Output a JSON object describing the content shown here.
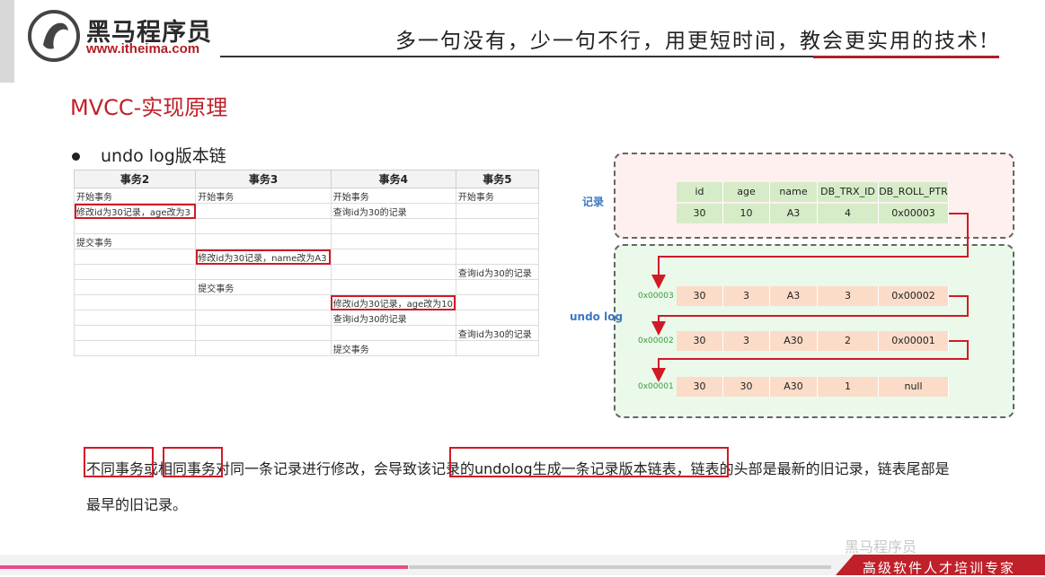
{
  "header": {
    "brand": "黑马程序员",
    "url": "www.itheima.com",
    "slogan": "多一句没有，少一句不行，用更短时间，教会更实用的技术!"
  },
  "slide": {
    "title": "MVCC-实现原理",
    "subtitle": "undo log版本链"
  },
  "tx_table": {
    "headers": [
      "事务2",
      "事务3",
      "事务4",
      "事务5"
    ],
    "rows": [
      [
        "开始事务",
        "开始事务",
        "开始事务",
        "开始事务"
      ],
      [
        "修改id为30记录，age改为3",
        "",
        "查询id为30的记录",
        ""
      ],
      [
        "",
        "",
        "",
        ""
      ],
      [
        "提交事务",
        "",
        "",
        ""
      ],
      [
        "",
        "修改id为30记录，name改为A3",
        "",
        ""
      ],
      [
        "",
        "",
        "",
        "查询id为30的记录"
      ],
      [
        "",
        "提交事务",
        "",
        ""
      ],
      [
        "",
        "",
        "修改id为30记录，age改为10",
        ""
      ],
      [
        "",
        "",
        "查询id为30的记录",
        ""
      ],
      [
        "",
        "",
        "",
        "查询id为30的记录"
      ],
      [
        "",
        "",
        "提交事务",
        ""
      ]
    ]
  },
  "diagram": {
    "record_label": "记录",
    "undo_label": "undo log",
    "columns": [
      "id",
      "age",
      "name",
      "DB_TRX_ID",
      "DB_ROLL_PTR"
    ],
    "record_row": [
      "30",
      "10",
      "A3",
      "4",
      "0x00003"
    ],
    "undo_rows": [
      {
        "addr": "0x00003",
        "values": [
          "30",
          "3",
          "A3",
          "3",
          "0x00002"
        ]
      },
      {
        "addr": "0x00002",
        "values": [
          "30",
          "3",
          "A30",
          "2",
          "0x00001"
        ]
      },
      {
        "addr": "0x00001",
        "values": [
          "30",
          "30",
          "A30",
          "1",
          "null"
        ]
      }
    ]
  },
  "explanation": {
    "line1": "不同事务或相同事务对同一条记录进行修改，会导致该记录的undolog生成一条记录版本链表，链表的头部是最新的旧记录，链表尾部是",
    "line2": "最早的旧记录。"
  },
  "footer": {
    "tagline": "高级软件人才培训专家",
    "watermark": "黑马程序员",
    "progress": 0.39
  }
}
